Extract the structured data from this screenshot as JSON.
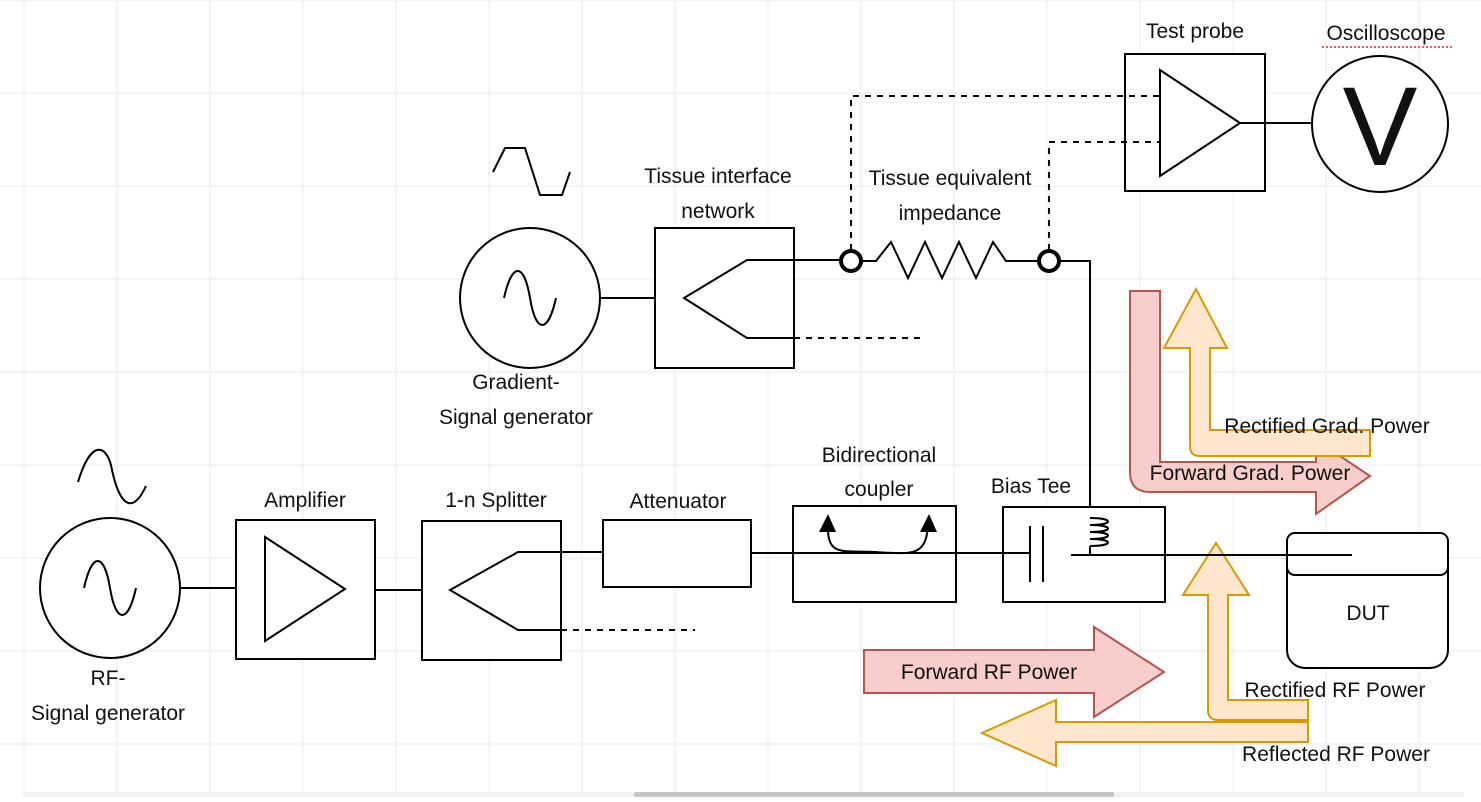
{
  "colors": {
    "grid": "#ebebeb",
    "forward_fill": "#f8cecc",
    "forward_stroke": "#b85450",
    "rectified_fill": "#ffe6cc",
    "rectified_stroke": "#d79b00",
    "squiggle": "#d9534f"
  },
  "labels": {
    "test_probe": "Test probe",
    "oscilloscope": "Oscilloscope",
    "voltmeter_symbol": "V",
    "tissue_interface_line1": "Tissue interface",
    "tissue_interface_line2": "network",
    "tissue_impedance_line1": "Tissue equivalent",
    "tissue_impedance_line2": "impedance",
    "gradient_gen_line1": "Gradient-",
    "gradient_gen_line2": "Signal generator",
    "amplifier": "Amplifier",
    "splitter": "1-n Splitter",
    "attenuator": "Attenuator",
    "coupler_line1": "Bidirectional",
    "coupler_line2": "coupler",
    "bias_tee": "Bias Tee",
    "dut": "DUT",
    "rf_gen_line1": "RF-",
    "rf_gen_line2": "Signal generator"
  },
  "arrows": {
    "rectified_grad": "Rectified Grad. Power",
    "forward_grad": "Forward Grad. Power",
    "forward_rf": "Forward RF Power",
    "rectified_rf": "Rectified RF Power",
    "reflected_rf": "Reflected RF Power"
  }
}
